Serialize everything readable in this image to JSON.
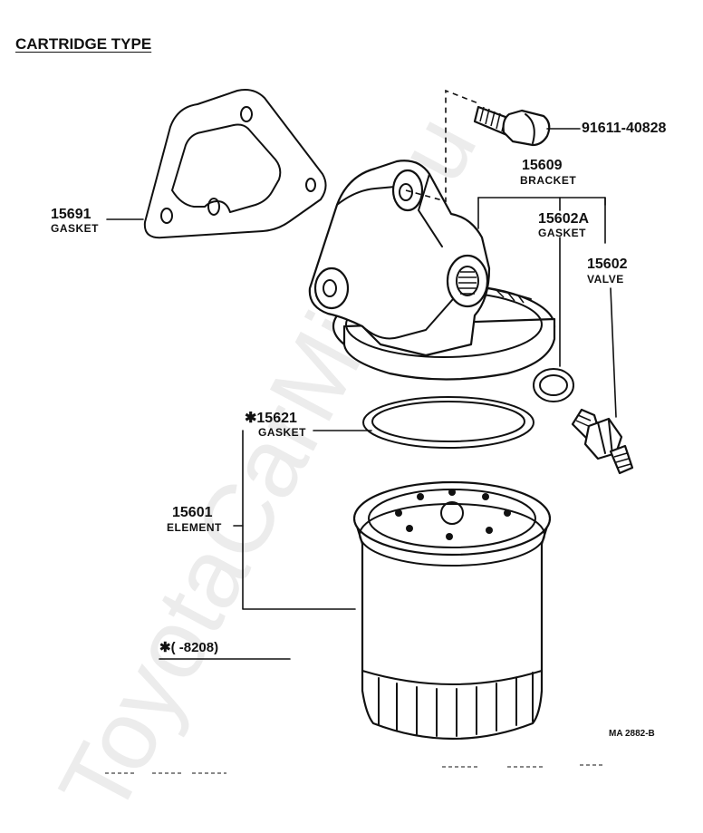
{
  "title": "CARTRIDGE TYPE",
  "watermark": "ToyotaCarMine.ru",
  "parts": {
    "bolt": {
      "number": "91611-40828"
    },
    "bracket": {
      "number": "15609",
      "name": "BRACKET"
    },
    "gasket_a": {
      "number": "15602A",
      "name": "GASKET"
    },
    "valve": {
      "number": "15602",
      "name": "VALVE"
    },
    "gasket_mount": {
      "number": "15691",
      "name": "GASKET"
    },
    "gasket_element": {
      "number": "✱15621",
      "name": "GASKET"
    },
    "element": {
      "number": "15601",
      "name": "ELEMENT"
    }
  },
  "note": "✱(      -8208)",
  "drawing_code": "MA 2882-B"
}
